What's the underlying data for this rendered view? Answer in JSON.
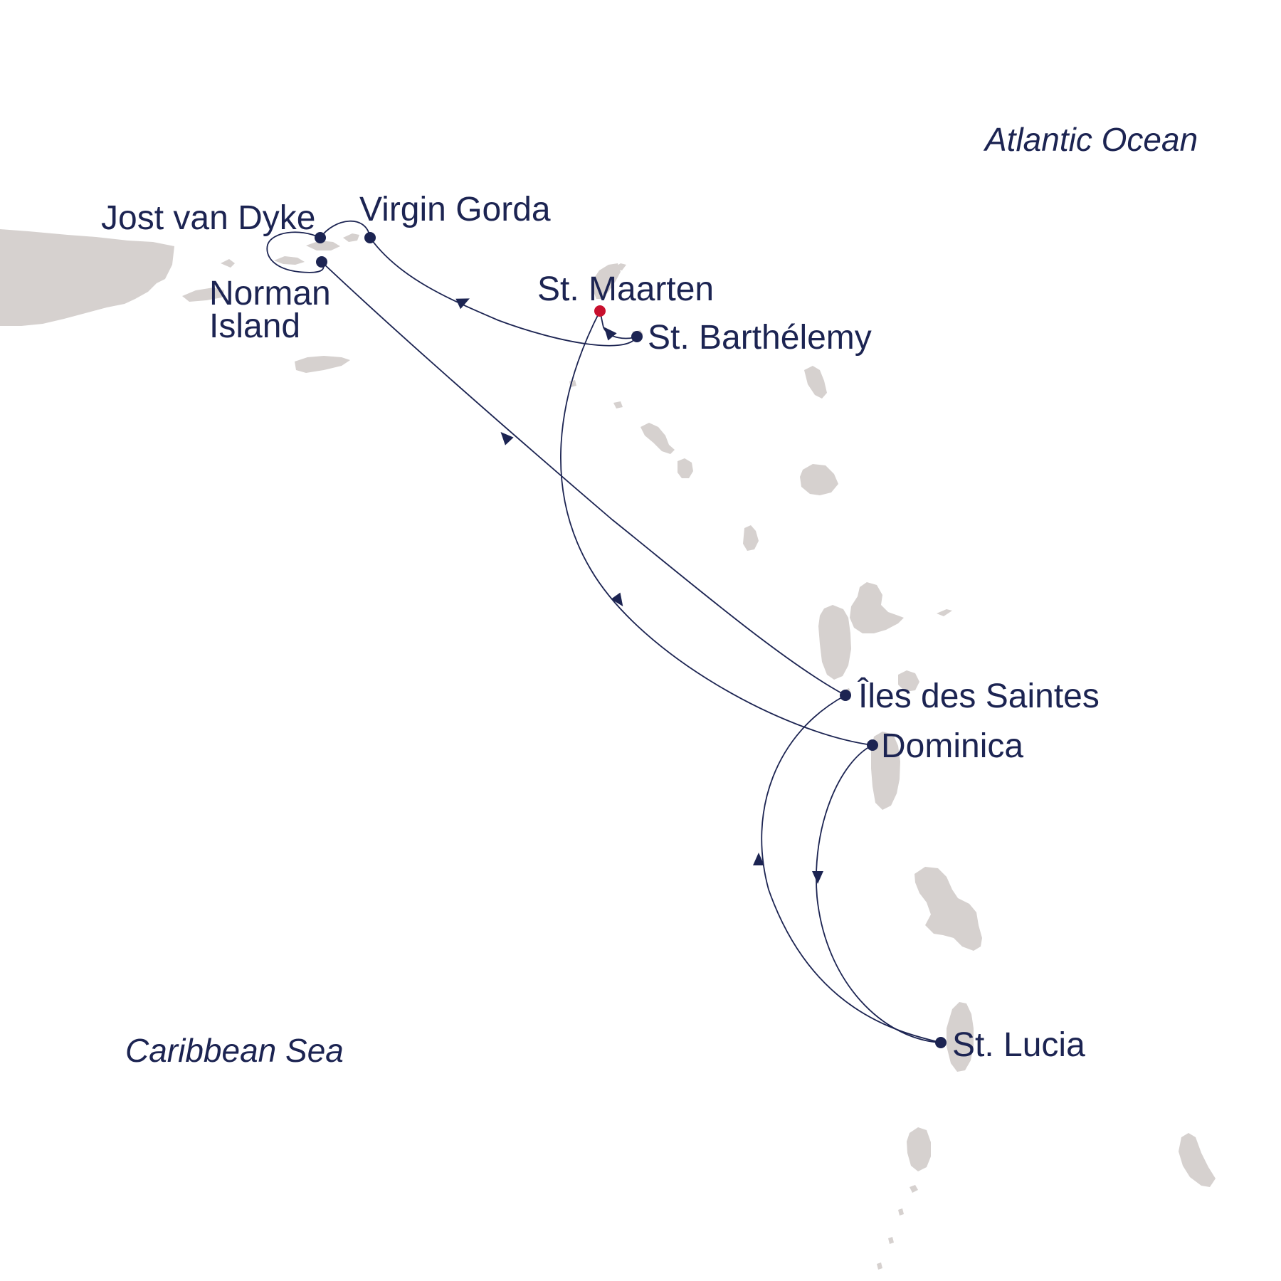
{
  "map": {
    "water_labels": {
      "atlantic": "Atlantic Ocean",
      "caribbean": "Caribbean Sea"
    },
    "ports": {
      "jost_van_dyke": "Jost van Dyke",
      "virgin_gorda": "Virgin Gorda",
      "norman_island_line1": "Norman",
      "norman_island_line2": "Island",
      "st_maarten": "St. Maarten",
      "st_barthelemy": "St. Barthélemy",
      "iles_des_saintes": "Îles des Saintes",
      "dominica": "Dominica",
      "st_lucia": "St. Lucia"
    },
    "itinerary_order": [
      "St. Maarten",
      "Dominica",
      "St. Lucia",
      "Îles des Saintes",
      "Norman Island",
      "Jost van Dyke",
      "Virgin Gorda",
      "St. Barthélemy",
      "St. Maarten"
    ],
    "colors": {
      "route": "#1c2452",
      "start_marker": "#c8102e",
      "land": "#d6d1cf",
      "water": "#ffffff"
    }
  }
}
